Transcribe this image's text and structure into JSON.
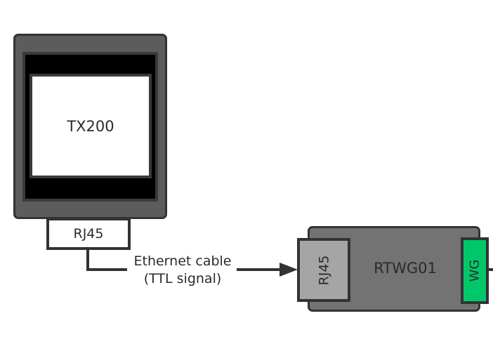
{
  "diagram": {
    "devices": {
      "tx200": {
        "label": "TX200",
        "port_label": "RJ45"
      },
      "rtwg01": {
        "label": "RTWG01",
        "left_port_label": "RJ45",
        "right_port_label": "WG"
      }
    },
    "connection": {
      "label_line1": "Ethernet cable",
      "label_line2": "(TTL signal)"
    },
    "colors": {
      "device_frame": "#333333",
      "tx200_body": "#5c5c5c",
      "rtwg01_body": "#737373",
      "rj45_right_fill": "#a5a5a5",
      "wg_fill": "#00c86a"
    }
  }
}
